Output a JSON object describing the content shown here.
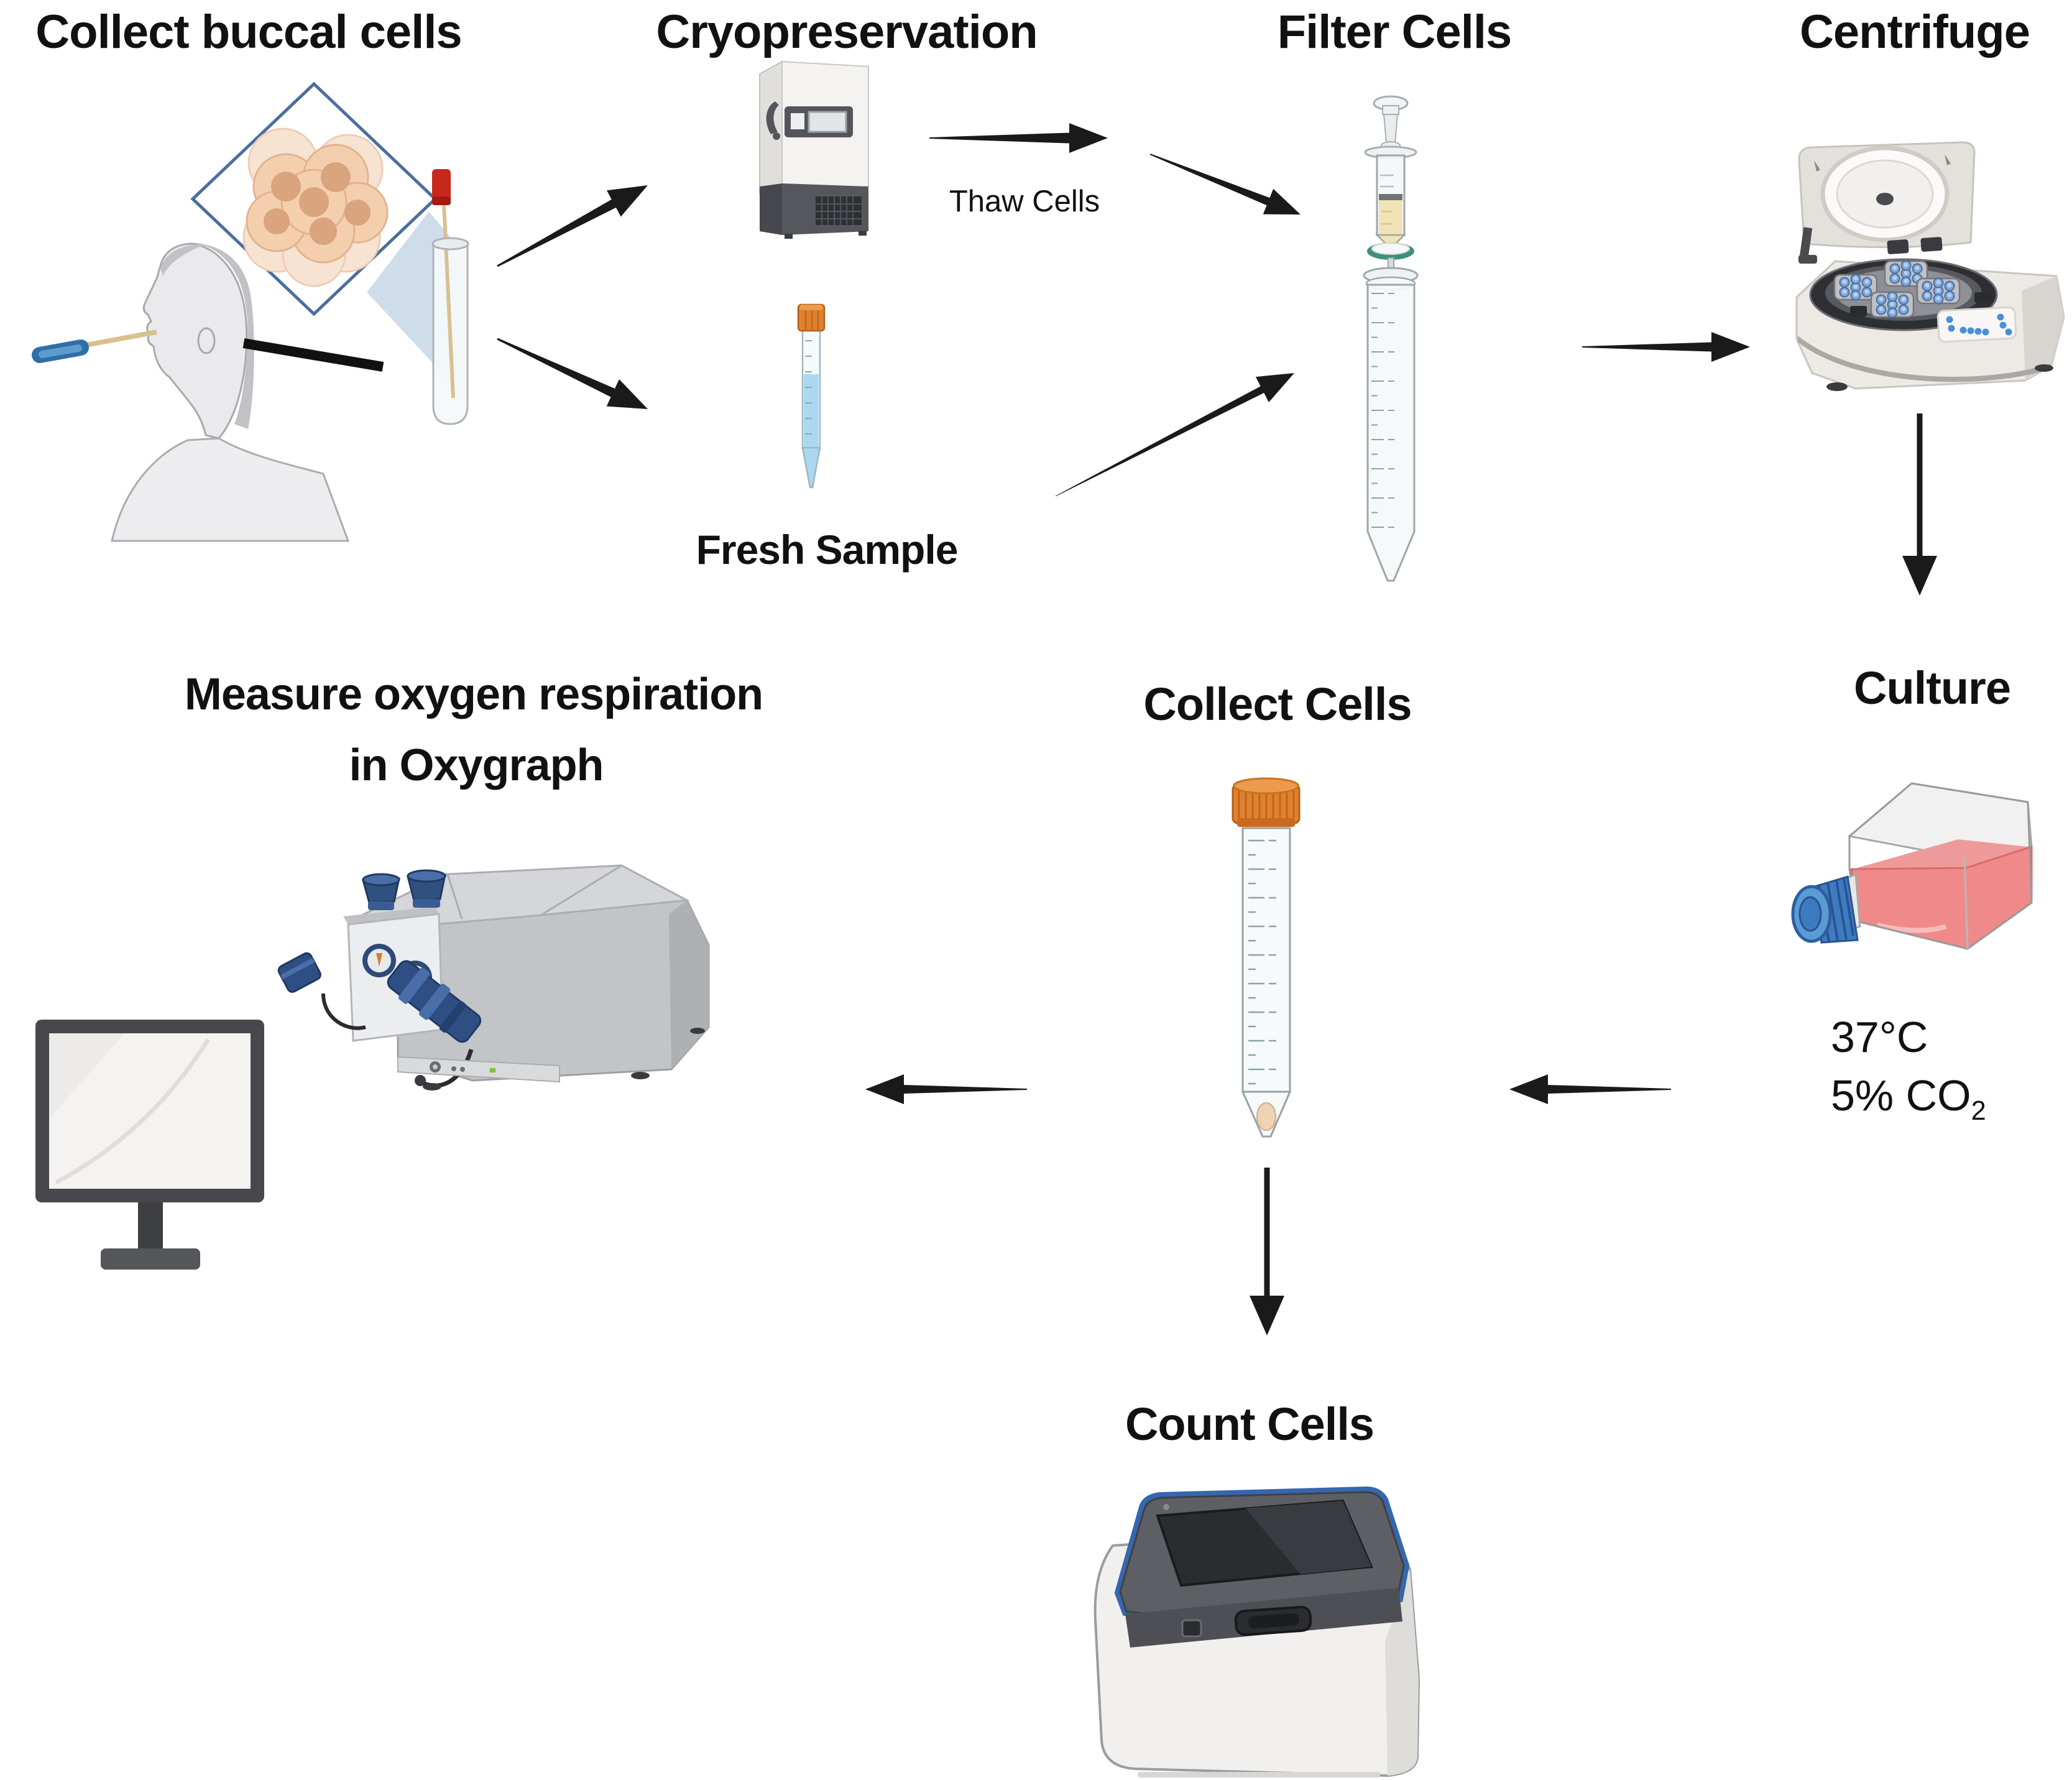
{
  "figure_type": "laboratory workflow diagram",
  "labels": {
    "collect_buccal": "Collect buccal cells",
    "cryopreservation": "Cryopreservation",
    "filter_cells": "Filter Cells",
    "centrifuge": "Centrifuge",
    "thaw_cells": "Thaw Cells",
    "fresh_sample": "Fresh Sample",
    "culture": "Culture",
    "temperature": "37°C",
    "co2_main": "5% CO",
    "co2_sub": "2",
    "collect_cells": "Collect Cells",
    "measure_line1": "Measure oxygen respiration",
    "measure_line2": "in Oxygraph",
    "count_cells": "Count Cells"
  },
  "icons": [
    {
      "name": "person-swab-icon",
      "depicts": "person giving buccal swab sample"
    },
    {
      "name": "buccal-cells-inset-icon",
      "depicts": "magnified buccal cell cluster"
    },
    {
      "name": "swab-tube-icon",
      "depicts": "swab stored in collection tube"
    },
    {
      "name": "ult-freezer-icon",
      "depicts": "ultra-low temperature freezer"
    },
    {
      "name": "fresh-sample-tube-icon",
      "depicts": "fresh sample conical tube"
    },
    {
      "name": "syringe-filter-icon",
      "depicts": "syringe with filter over conical tube"
    },
    {
      "name": "centrifuge-icon",
      "depicts": "benchtop centrifuge with open lid"
    },
    {
      "name": "culture-flask-icon",
      "depicts": "cell culture flask with media"
    },
    {
      "name": "collect-tube-icon",
      "depicts": "conical tube with cell pellet"
    },
    {
      "name": "computer-monitor-icon",
      "depicts": "computer monitor"
    },
    {
      "name": "oxygraph-icon",
      "depicts": "oxygraph respirometer"
    },
    {
      "name": "cell-counter-icon",
      "depicts": "automated cell counter"
    },
    {
      "name": "flow-arrow",
      "depicts": "black workflow arrow"
    }
  ],
  "colors": {
    "background": "#FFFFFF",
    "text": "#111111",
    "arrow": "#1A1A1A",
    "orange_cap": "#E0812F",
    "swab_cap_red": "#C8281C",
    "sample_liquid_blue": "#ABD8F0",
    "filter_rim_green": "#3E8E7E",
    "syringe_liquid_yellow": "#F0E3B5",
    "media_pink": "#F08A8A",
    "flask_cap_blue": "#3D7BC0",
    "inset_border_blue": "#4A6E9E",
    "cells_peach": "#F4CFAE",
    "machine_gray": "#C6C8CC",
    "counter_trim_blue": "#3567AE",
    "rotor_tube_blue": "#7FA8D9"
  }
}
